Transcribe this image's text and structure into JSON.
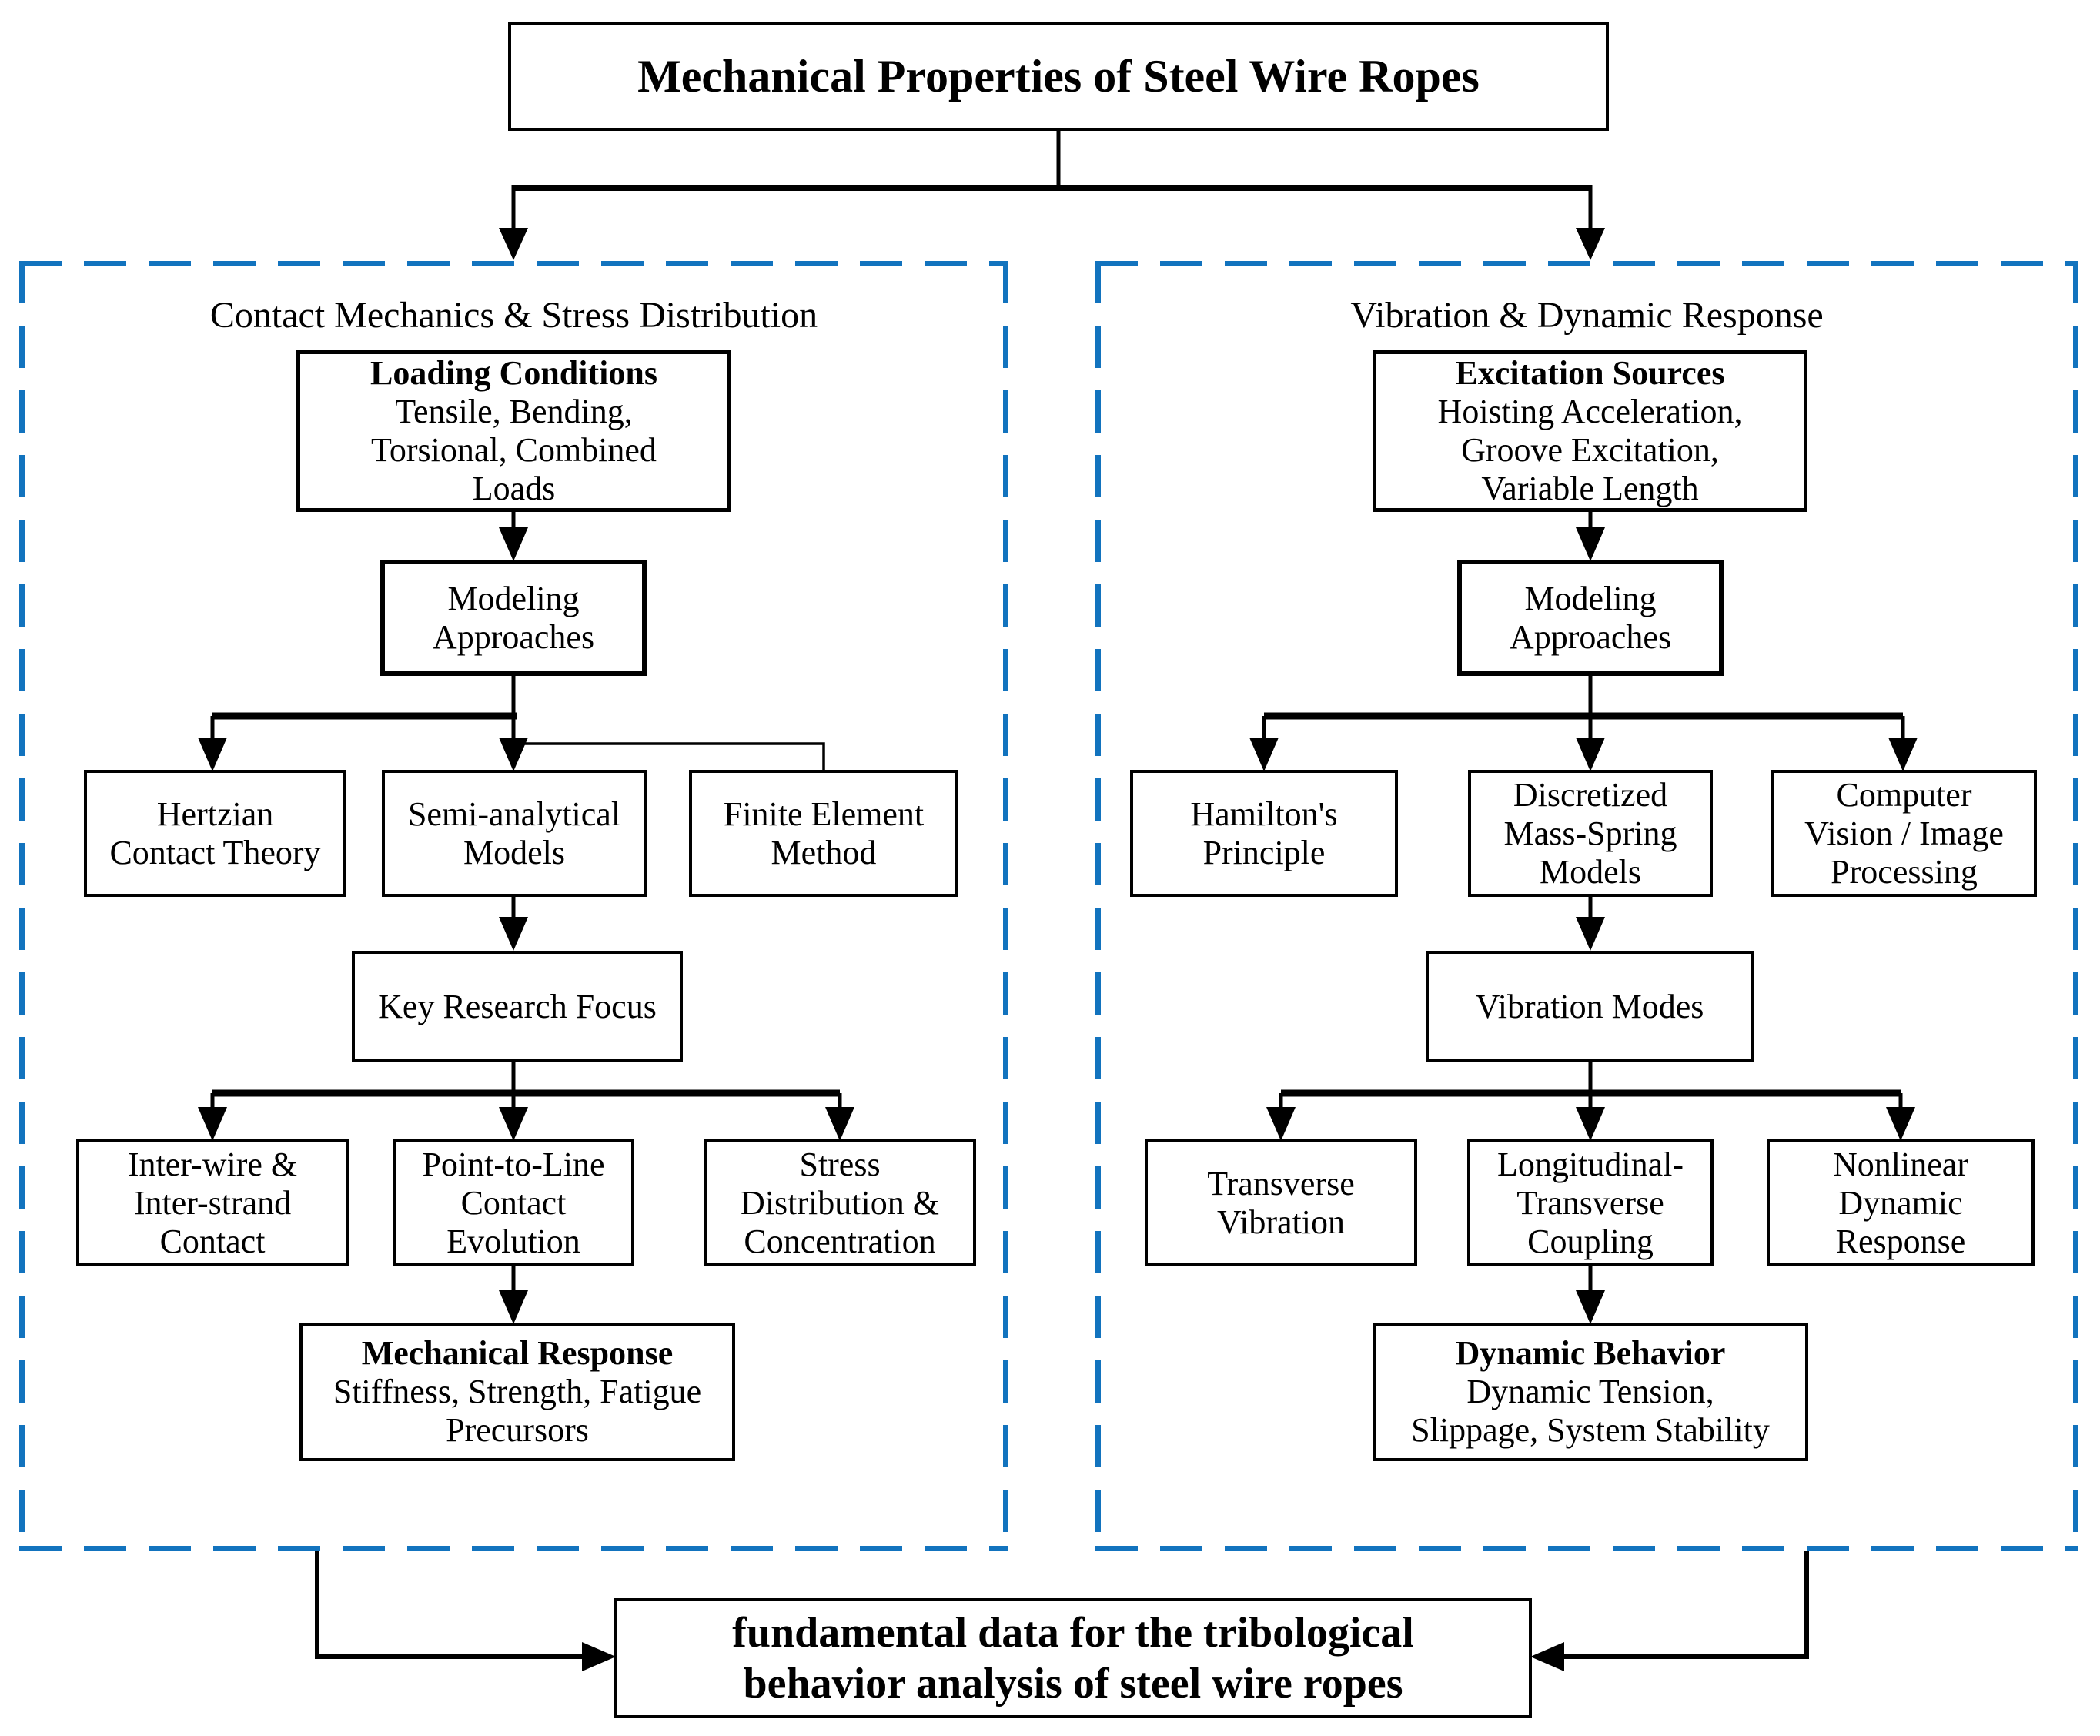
{
  "diagram_title": "Mechanical Properties of Steel Wire Ropes",
  "colors": {
    "panel_border": "#1273be",
    "line": "#000000",
    "background": "#ffffff"
  },
  "left": {
    "label": "Contact Mechanics & Stress Distribution",
    "loading_conditions": {
      "title": "Loading Conditions",
      "body": "Tensile, Bending,\nTorsional, Combined\nLoads"
    },
    "modeling_approaches": {
      "label": "Modeling\nApproaches"
    },
    "hertzian": {
      "label": "Hertzian\nContact Theory"
    },
    "semi_analytical": {
      "label": "Semi-analytical\nModels"
    },
    "finite_element": {
      "label": "Finite Element\nMethod"
    },
    "key_research_focus": {
      "label": "Key Research Focus"
    },
    "inter_wire": {
      "label": "Inter-wire &\nInter-strand\nContact"
    },
    "point_to_line": {
      "label": "Point-to-Line\nContact\nEvolution"
    },
    "stress_distribution": {
      "label": "Stress\nDistribution &\nConcentration"
    },
    "mechanical_response": {
      "title": "Mechanical Response",
      "body": "Stiffness, Strength, Fatigue\nPrecursors"
    }
  },
  "right": {
    "label": "Vibration & Dynamic Response",
    "excitation_sources": {
      "title": "Excitation Sources",
      "body": "Hoisting Acceleration,\nGroove Excitation,\nVariable Length"
    },
    "modeling_approaches": {
      "label": "Modeling\nApproaches"
    },
    "hamiltons_principle": {
      "label": "Hamilton's\nPrinciple"
    },
    "mass_spring": {
      "label": "Discretized\nMass-Spring\nModels"
    },
    "computer_vision": {
      "label": "Computer\nVision / Image\nProcessing"
    },
    "vibration_modes": {
      "label": "Vibration Modes"
    },
    "transverse_vibration": {
      "label": "Transverse\nVibration"
    },
    "longitudinal_transverse": {
      "label": "Longitudinal-\nTransverse\nCoupling"
    },
    "nonlinear_dynamic": {
      "label": "Nonlinear\nDynamic\nResponse"
    },
    "dynamic_behavior": {
      "title": "Dynamic Behavior",
      "body": "Dynamic Tension,\nSlippage, System Stability"
    }
  },
  "output_box": {
    "label": "fundamental data for the tribological\nbehavior analysis of steel wire ropes"
  }
}
